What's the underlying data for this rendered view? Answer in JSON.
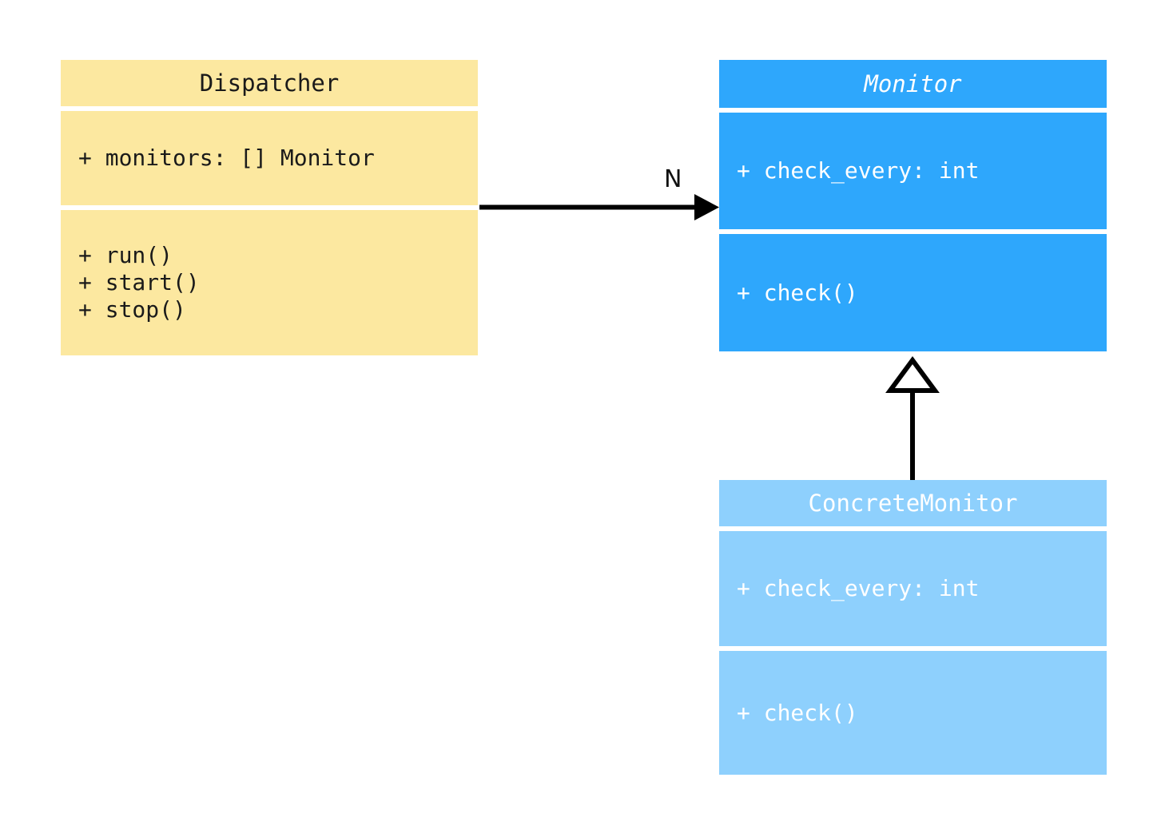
{
  "diagram": {
    "type": "uml-class-diagram",
    "colors": {
      "dispatcher_fill": "#fce8a0",
      "dispatcher_text": "#1a1a1a",
      "monitor_fill": "#2ea7fc",
      "monitor_text": "#ffffff",
      "concrete_monitor_fill": "#8ed0fd",
      "concrete_monitor_text": "#ffffff",
      "connector": "#000000",
      "background": "#ffffff"
    }
  },
  "classes": {
    "dispatcher": {
      "name": "Dispatcher",
      "abstract": false,
      "attributes": [
        "+ monitors: [] Monitor"
      ],
      "operations": [
        "+ run()",
        "+ start()",
        "+ stop()"
      ]
    },
    "monitor": {
      "name": "Monitor",
      "abstract": true,
      "attributes": [
        "+ check_every: int"
      ],
      "operations": [
        "+ check()"
      ]
    },
    "concrete_monitor": {
      "name": "ConcreteMonitor",
      "abstract": false,
      "attributes": [
        "+ check_every: int"
      ],
      "operations": [
        "+ check()"
      ]
    }
  },
  "relationships": {
    "association": {
      "from": "Dispatcher",
      "to": "Monitor",
      "multiplicity_label": "N",
      "arrow": "filled-arrowhead"
    },
    "generalization": {
      "from": "ConcreteMonitor",
      "to": "Monitor",
      "arrow": "hollow-triangle"
    }
  }
}
